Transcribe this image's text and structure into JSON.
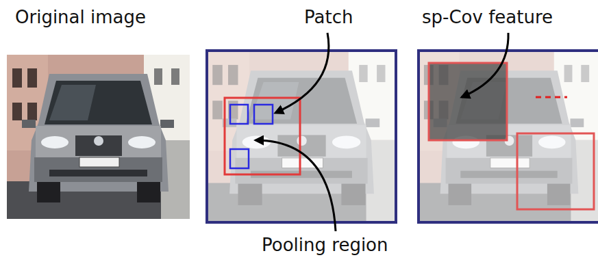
{
  "diagram": {
    "labels": [
      "Original image",
      "Patch",
      "sp-Cov feature",
      "Pooling region"
    ]
  }
}
